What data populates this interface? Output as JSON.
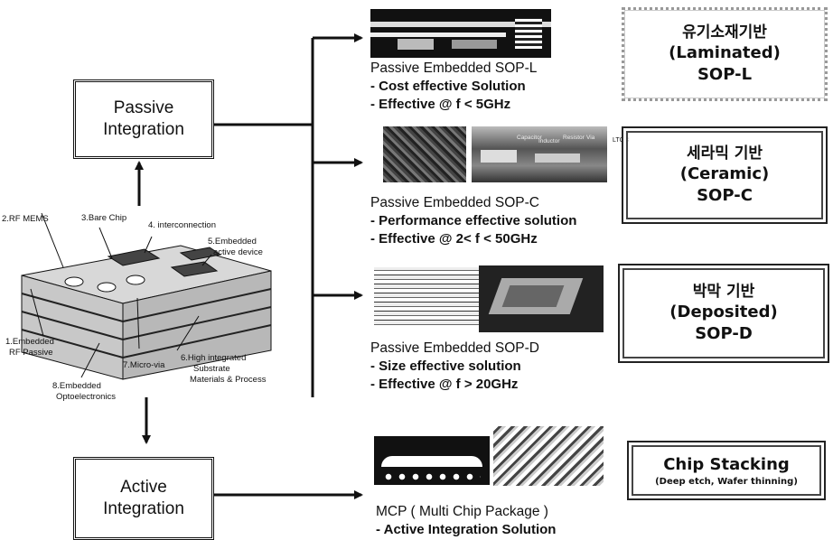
{
  "center_labels": {
    "passive": [
      "Passive",
      "Integration"
    ],
    "active": [
      "Active",
      "Integration"
    ]
  },
  "sop": [
    {
      "head": "Passive Embedded SOP-L",
      "items": [
        "- Cost effective Solution",
        "- Effective @ f < 5GHz"
      ]
    },
    {
      "head": "Passive Embedded SOP-C",
      "items": [
        "- Performance effective solution",
        "- Effective @ 2< f < 50GHz"
      ]
    },
    {
      "head": "Passive Embedded SOP-D",
      "items": [
        "- Size effective solution",
        "- Effective @  f > 20GHz"
      ]
    },
    {
      "head": "MCP ( Multi Chip Package )",
      "items": [
        "- Active Integration Solution"
      ]
    }
  ],
  "tags": [
    {
      "l1": "유기소재기반",
      "l2": "(Laminated)",
      "l3": "SOP-L"
    },
    {
      "l1": "세라믹 기반",
      "l2": "(Ceramic)",
      "l3": "SOP-C"
    },
    {
      "l1": "박막 기반",
      "l2": "(Deposited)",
      "l3": "SOP-D"
    },
    {
      "l1": "Chip Stacking",
      "l2": "(Deep etch, Wafer thinning)"
    }
  ],
  "photo_labels": {
    "capacitor": "Capacitor",
    "inductor": "Inductor",
    "resistor": "Resistor",
    "via": "Via",
    "ltcc": "LTCC"
  },
  "device_labels": {
    "rf_mems": "2.RF MEMS",
    "bare_chip": "3.Bare Chip",
    "interconnection": "4. interconnection",
    "embedded_active_1": "5.Embedded",
    "embedded_active_2": "active device",
    "rf_passive_1": "1.Embedded",
    "rf_passive_2": "RF Passive",
    "micro_via": "7.Micro-via",
    "high_integrated_1": "6.High integrated",
    "high_integrated_2": "Substrate",
    "high_integrated_3": "Materials & Process",
    "opto_1": "8.Embedded",
    "opto_2": "Optoelectronics"
  }
}
